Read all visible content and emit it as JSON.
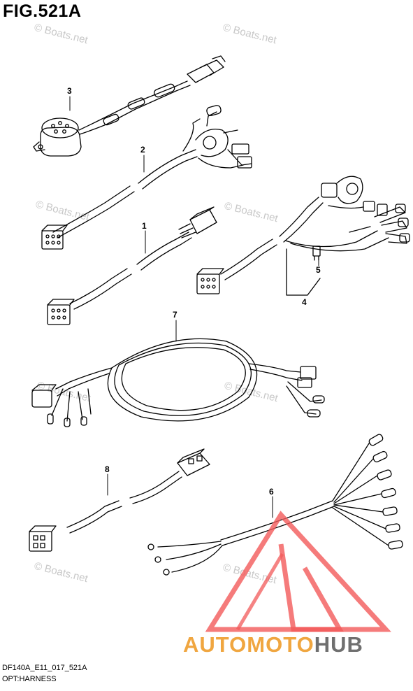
{
  "title": "FIG.521A",
  "watermark": "© Boats.net",
  "callouts": [
    "1",
    "2",
    "3",
    "4",
    "5",
    "6",
    "7",
    "8"
  ],
  "footer": {
    "code": "DF140A_E11_017_521A",
    "name": "OPT:HARNESS"
  },
  "brand": {
    "part1": "AUTOMOTO",
    "part2": "HUB"
  },
  "colors": {
    "logo_red": "#f25a5a",
    "brand_orange": "#f0a640",
    "brand_gray": "#6f6f6f",
    "line": "#000000"
  }
}
